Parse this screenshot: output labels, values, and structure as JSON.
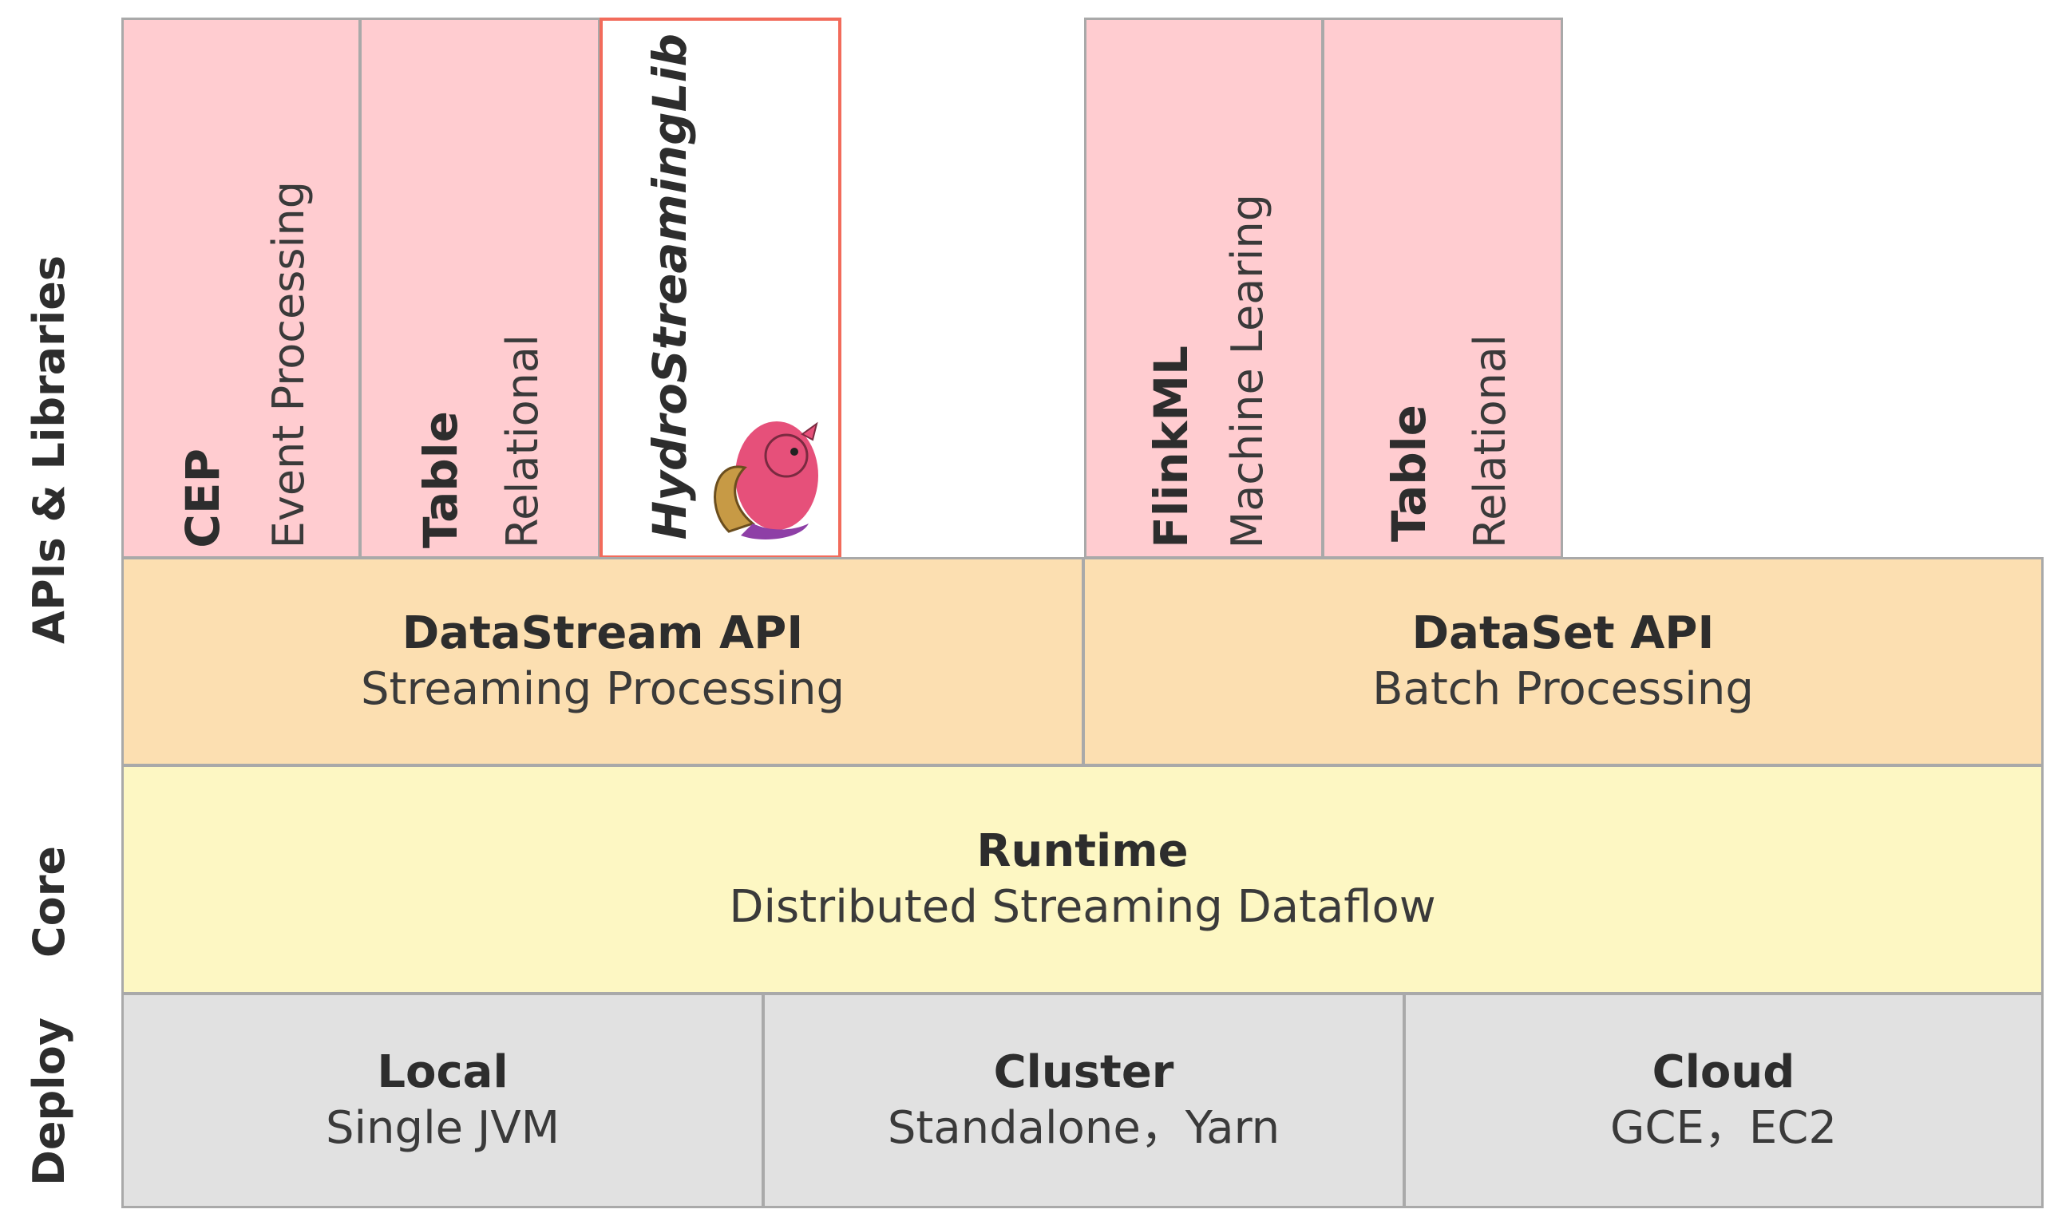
{
  "colors": {
    "library_bg": "#ffccd0",
    "api_bg": "#fcdfb1",
    "core_bg": "#fdf7c3",
    "deploy_bg": "#e1e1e1",
    "highlight_border": "#f26b5b"
  },
  "side_labels": {
    "apis": "APIs & Libraries",
    "core": "Core",
    "deploy": "Deploy"
  },
  "libraries": [
    {
      "title": "CEP",
      "subtitle": "Event Processing"
    },
    {
      "title": "Table",
      "subtitle": "Relational"
    },
    {
      "title": "HydroStreamingLib",
      "icon": "squirrel-logo-icon"
    },
    {
      "title": "FlinkML",
      "subtitle": "Machine Learing"
    },
    {
      "title": "Table",
      "subtitle": "Relational"
    }
  ],
  "apis": [
    {
      "title": "DataStream API",
      "subtitle": "Streaming Processing"
    },
    {
      "title": "DataSet API",
      "subtitle": "Batch Processing"
    }
  ],
  "core": {
    "title": "Runtime",
    "subtitle": "Distributed Streaming Dataflow"
  },
  "deploy": [
    {
      "title": "Local",
      "subtitle": "Single JVM"
    },
    {
      "title": "Cluster",
      "subtitle": "Standalone，Yarn"
    },
    {
      "title": "Cloud",
      "subtitle": "GCE，EC2"
    }
  ]
}
